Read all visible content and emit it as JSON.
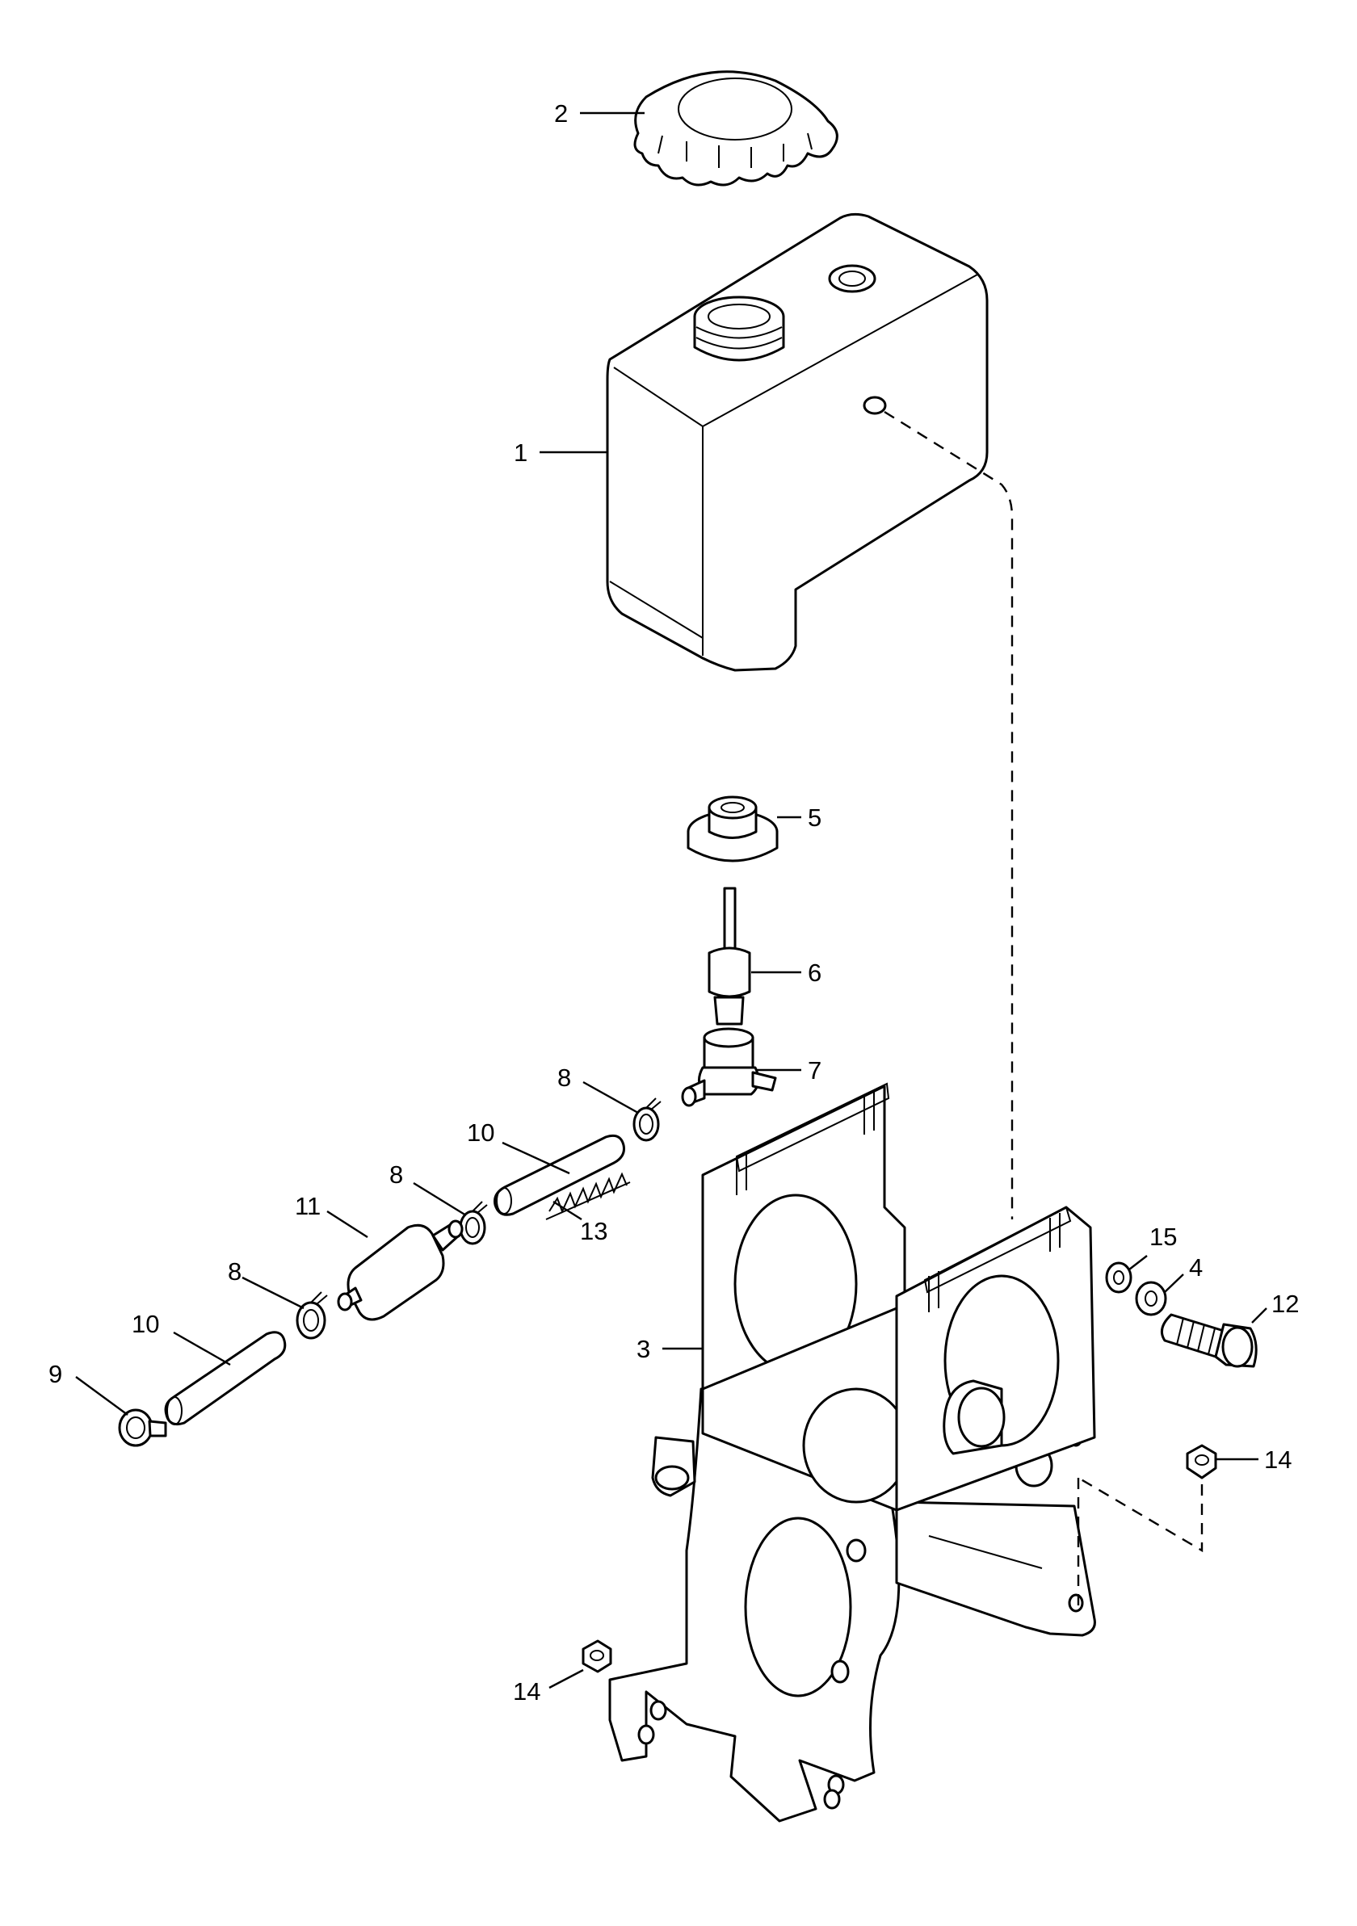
{
  "diagram": {
    "line_color": "#000000",
    "background": "#ffffff",
    "callouts": [
      {
        "id": "tank",
        "label": "1"
      },
      {
        "id": "cap",
        "label": "2"
      },
      {
        "id": "bracket",
        "label": "3"
      },
      {
        "id": "washer-4",
        "label": "4"
      },
      {
        "id": "grommet",
        "label": "5"
      },
      {
        "id": "pickup",
        "label": "6"
      },
      {
        "id": "shutoff-valve",
        "label": "7"
      },
      {
        "id": "clamp-upper",
        "label": "8"
      },
      {
        "id": "clamp-middle",
        "label": "8"
      },
      {
        "id": "clamp-lower",
        "label": "8"
      },
      {
        "id": "clamp-end",
        "label": "9"
      },
      {
        "id": "hose-upper",
        "label": "10"
      },
      {
        "id": "hose-lower",
        "label": "10"
      },
      {
        "id": "fuel-filter",
        "label": "11"
      },
      {
        "id": "bolt",
        "label": "12"
      },
      {
        "id": "spring",
        "label": "13"
      },
      {
        "id": "nut-right",
        "label": "14"
      },
      {
        "id": "nut-left",
        "label": "14"
      },
      {
        "id": "washer-15",
        "label": "15"
      }
    ]
  }
}
